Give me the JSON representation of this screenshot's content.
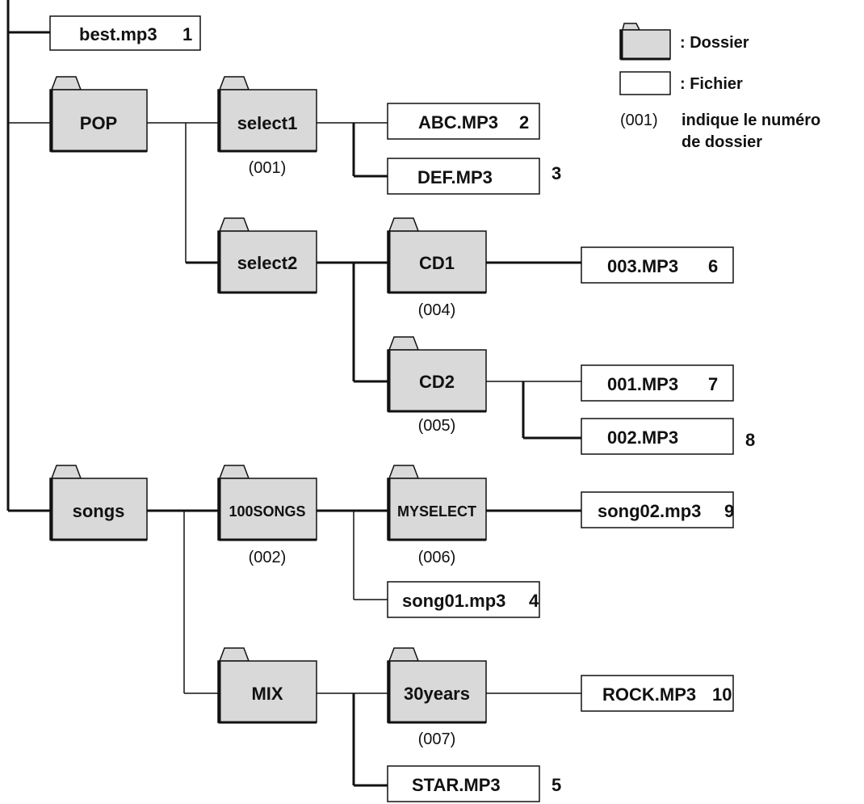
{
  "legend": {
    "folder_label": ": Dossier",
    "file_label": ": Fichier",
    "number_example": "(001)",
    "number_text_line1": "indique le numéro",
    "number_text_line2": "de dossier"
  },
  "folders": {
    "pop": {
      "name": "POP",
      "number": ""
    },
    "select1": {
      "name": "select1",
      "number": "(001)"
    },
    "select2": {
      "name": "select2",
      "number": ""
    },
    "cd1": {
      "name": "CD1",
      "number": "(004)"
    },
    "cd2": {
      "name": "CD2",
      "number": "(005)"
    },
    "songs": {
      "name": "songs",
      "number": ""
    },
    "songs100": {
      "name": "100SONGS",
      "number": "(002)"
    },
    "myselect": {
      "name": "MYSELECT",
      "number": "(006)"
    },
    "mix": {
      "name": "MIX",
      "number": ""
    },
    "years30": {
      "name": "30years",
      "number": "(007)"
    }
  },
  "files": {
    "best": {
      "name": "best.mp3",
      "order": "1"
    },
    "abc": {
      "name": "ABC.MP3",
      "order": "2"
    },
    "def": {
      "name": "DEF.MP3",
      "order": "3"
    },
    "f003": {
      "name": "003.MP3",
      "order": "6"
    },
    "f001": {
      "name": "001.MP3",
      "order": "7"
    },
    "f002": {
      "name": "002.MP3",
      "order": "8"
    },
    "song02": {
      "name": "song02.mp3",
      "order": "9"
    },
    "song01": {
      "name": "song01.mp3",
      "order": "4"
    },
    "rock": {
      "name": "ROCK.MP3",
      "order": "10"
    },
    "star": {
      "name": "STAR.MP3",
      "order": "5"
    }
  }
}
